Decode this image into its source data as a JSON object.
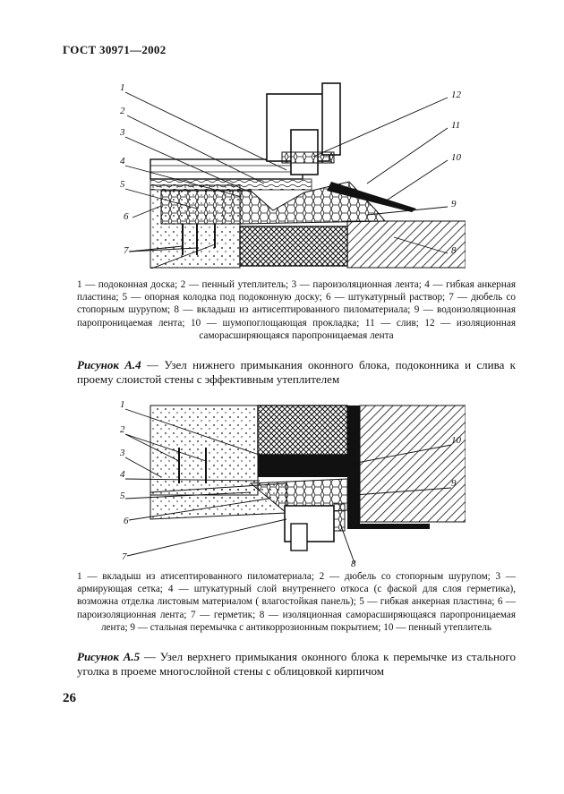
{
  "header": {
    "standard": "ГОСТ 30971—2002"
  },
  "figure_a4": {
    "labels": [
      "1",
      "2",
      "3",
      "4",
      "5",
      "6",
      "7",
      "8",
      "9",
      "10",
      "11",
      "12"
    ],
    "legend": "1 — подоконная доска; 2 — пенный утеплитель; 3 — пароизоляционная лента; 4 — гибкая анкерная пластина; 5 — опорная колодка под подоконную доску; 6 — штукатурный раствор; 7 — дюбель со стопорным шурупом; 8 — вкладыш из антисептированного пиломатериала; 9 — водоизоляционная паропроницаемая лента; 10 — шумопоглощающая прокладка; 11 — слив; 12 — изоляционная саморасширяющаяся паропроницаемая лента",
    "caption_lead": "Рисунок А.4",
    "caption_text": " — Узел нижнего примыкания оконного блока, подоконника и слива к проему слоистой стены с эффективным утеплителем"
  },
  "figure_a5": {
    "labels": [
      "1",
      "2",
      "3",
      "4",
      "5",
      "6",
      "7",
      "8",
      "9",
      "10"
    ],
    "legend": "1 — вкладыш из атисептированного пиломатериала; 2 — дюбель со стопорным шурупом; 3 — армирующая сетка; 4 — штукатурный слой внутреннего откоса (с фаской для слоя герметика), возможна отделка листовым материалом ( влагостойкая панель); 5 — гибкая анкерная пластина; 6 — пароизоляционная лента; 7 — герметик; 8 — изоляционная саморасширяющаяся паропроницаемая лента; 9 — стальная перемычка с антикоррозионным покрытием; 10 — пенный утеплитель",
    "caption_lead": "Рисунок А.5",
    "caption_text": " — Узел верхнего примыкания оконного блока к перемычке из стального уголка в проеме многослойной стены с облицовкой кирпичом"
  },
  "footer": {
    "page_number": "26"
  }
}
